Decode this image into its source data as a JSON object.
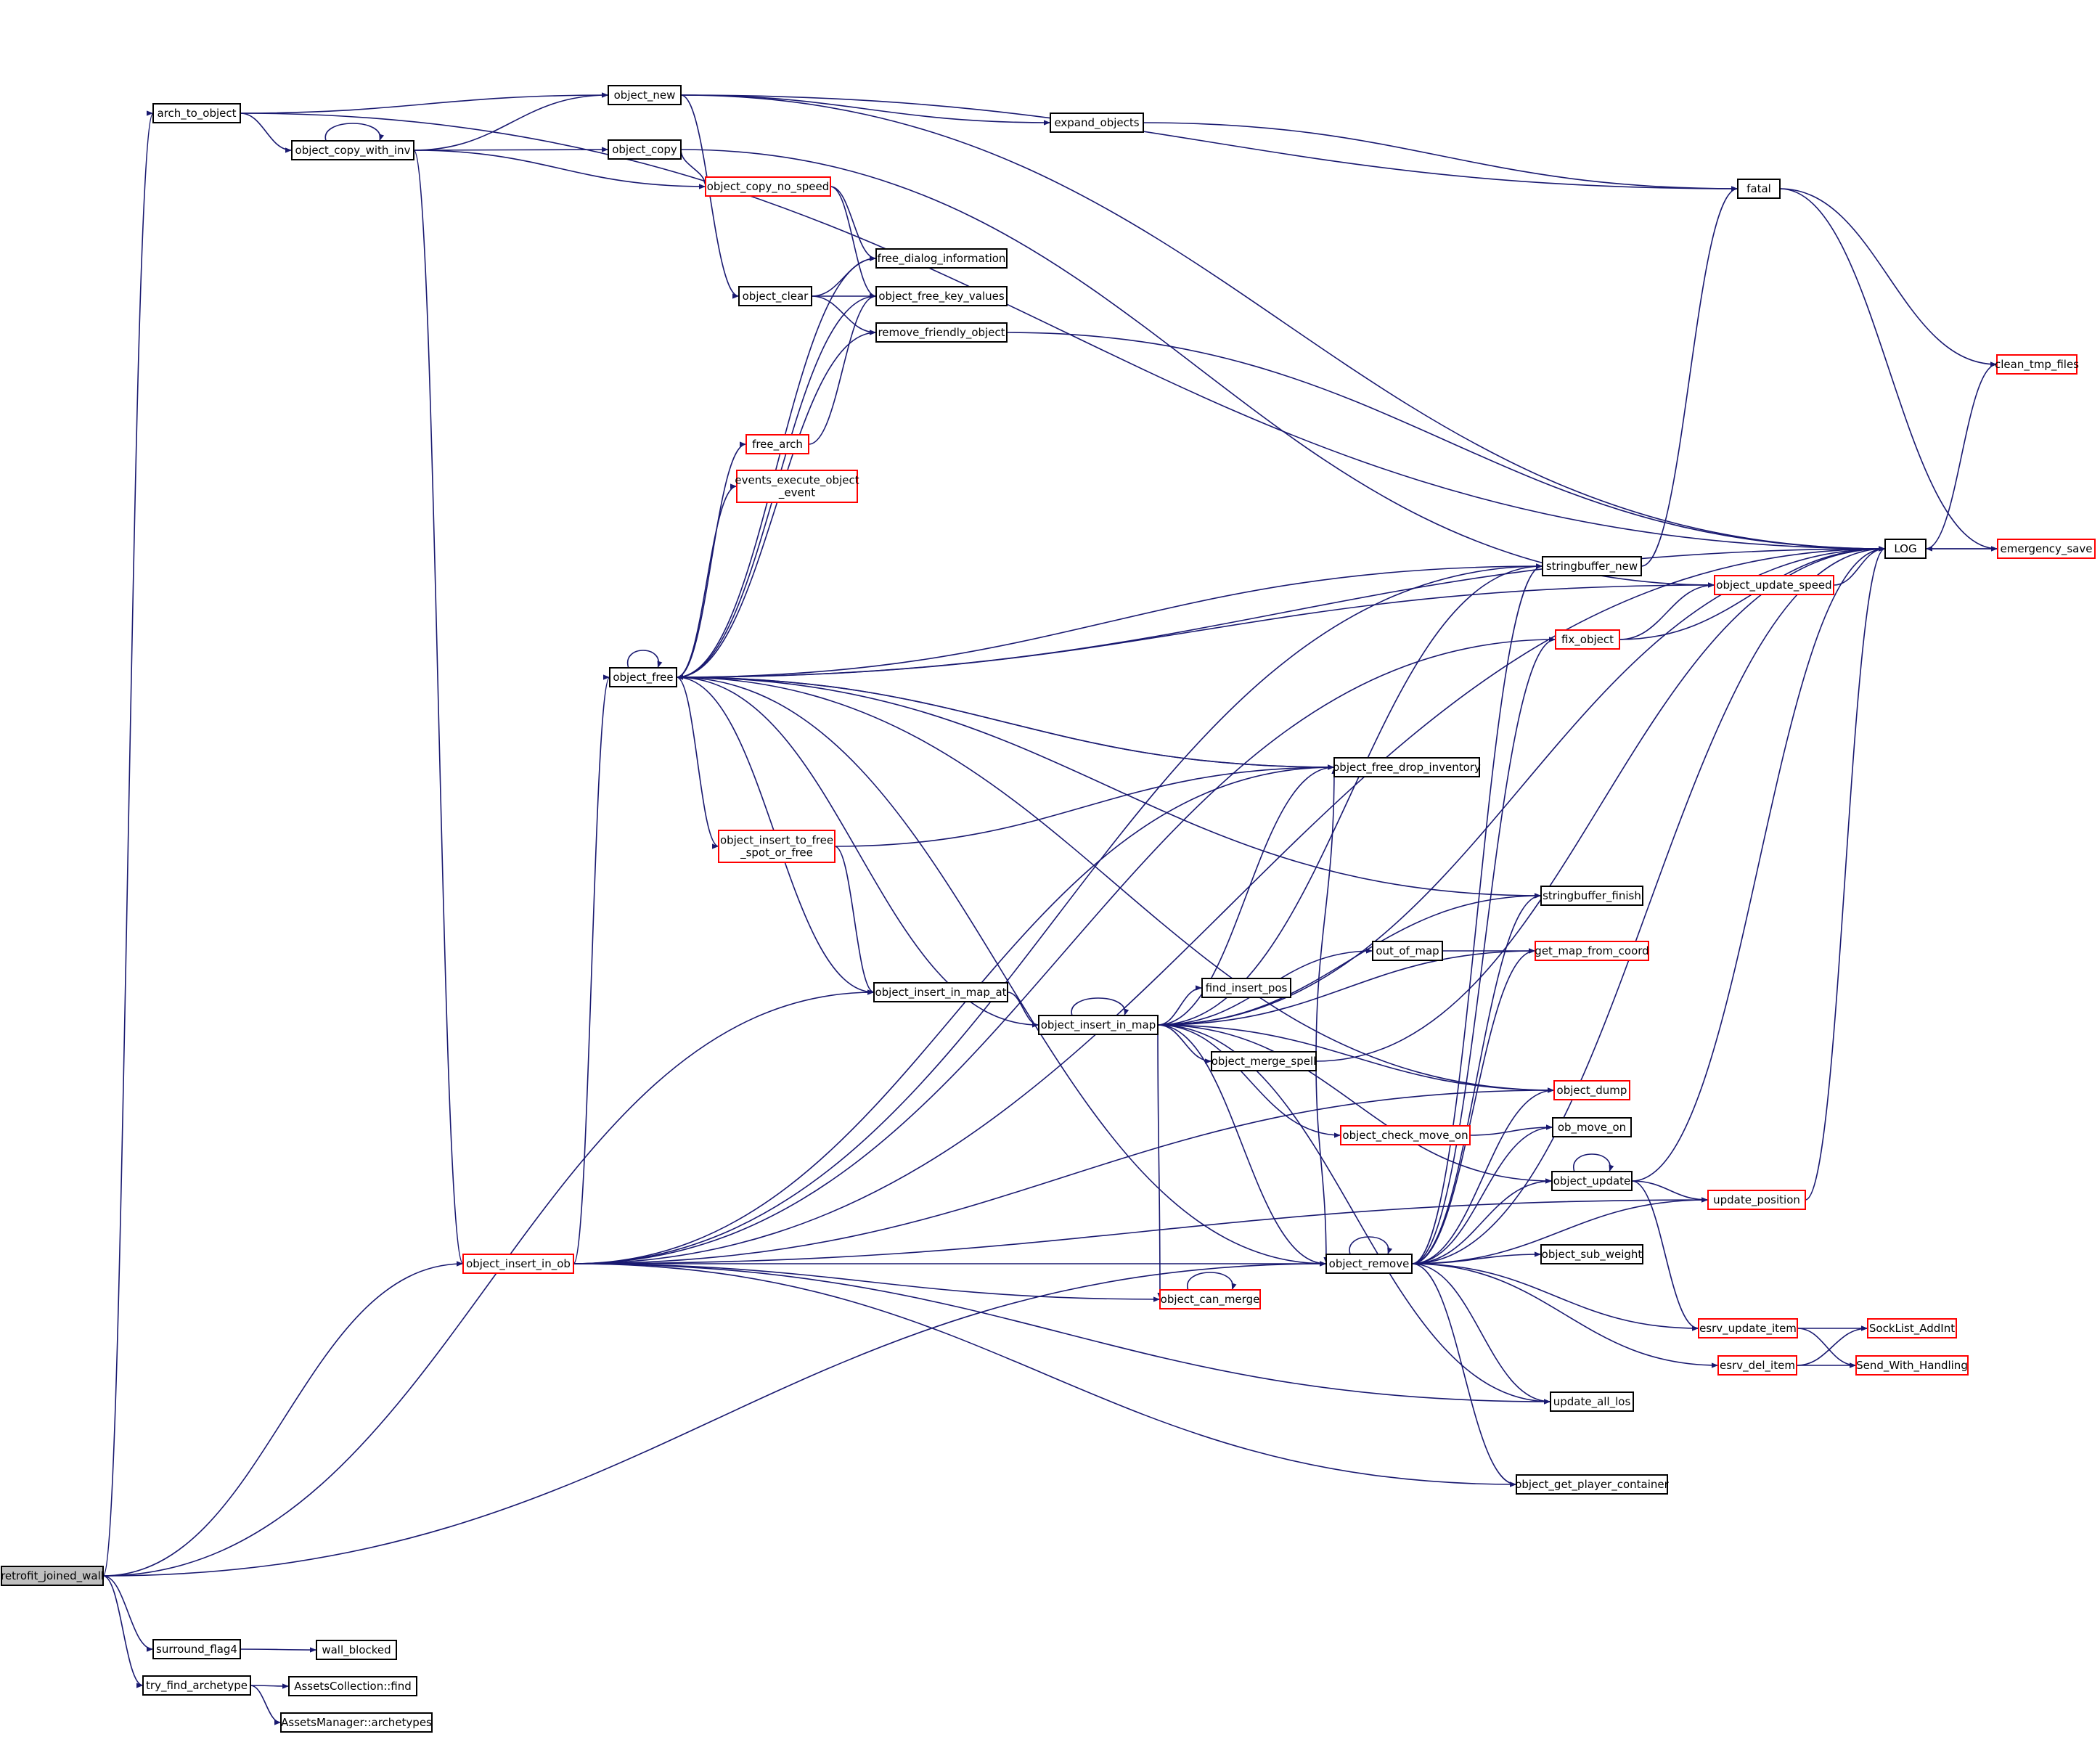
{
  "nodes": [
    {
      "id": "retrofit",
      "label": "retrofit_joined_wall",
      "color": "#000000",
      "fill": "#bfbfbf"
    },
    {
      "id": "arch_to_object",
      "label": "arch_to_object",
      "color": "#000000",
      "fill": "#ffffff"
    },
    {
      "id": "object_new",
      "label": "object_new",
      "color": "#000000",
      "fill": "#ffffff"
    },
    {
      "id": "object_copy_with_inv",
      "label": "object_copy_with_inv",
      "color": "#000000",
      "fill": "#ffffff"
    },
    {
      "id": "object_copy",
      "label": "object_copy",
      "color": "#000000",
      "fill": "#ffffff"
    },
    {
      "id": "object_copy_no_speed",
      "label": "object_copy_no_speed",
      "color": "#ff0000",
      "fill": "#ffffff"
    },
    {
      "id": "expand_objects",
      "label": "expand_objects",
      "color": "#000000",
      "fill": "#ffffff"
    },
    {
      "id": "fatal",
      "label": "fatal",
      "color": "#000000",
      "fill": "#ffffff"
    },
    {
      "id": "free_dialog_information",
      "label": "free_dialog_information",
      "color": "#000000",
      "fill": "#ffffff"
    },
    {
      "id": "object_clear",
      "label": "object_clear",
      "color": "#000000",
      "fill": "#ffffff"
    },
    {
      "id": "object_free_key_values",
      "label": "object_free_key_values",
      "color": "#000000",
      "fill": "#ffffff"
    },
    {
      "id": "remove_friendly_object",
      "label": "remove_friendly_object",
      "color": "#000000",
      "fill": "#ffffff"
    },
    {
      "id": "clean_tmp_files",
      "label": "clean_tmp_files",
      "color": "#ff0000",
      "fill": "#ffffff"
    },
    {
      "id": "free_arch",
      "label": "free_arch",
      "color": "#ff0000",
      "fill": "#ffffff"
    },
    {
      "id": "events_execute",
      "label": [
        "events_execute_object",
        "_event"
      ],
      "color": "#ff0000",
      "fill": "#ffffff"
    },
    {
      "id": "LOG",
      "label": "LOG",
      "color": "#000000",
      "fill": "#ffffff"
    },
    {
      "id": "emergency_save",
      "label": "emergency_save",
      "color": "#ff0000",
      "fill": "#ffffff"
    },
    {
      "id": "stringbuffer_new",
      "label": "stringbuffer_new",
      "color": "#000000",
      "fill": "#ffffff"
    },
    {
      "id": "object_update_speed",
      "label": "object_update_speed",
      "color": "#ff0000",
      "fill": "#ffffff"
    },
    {
      "id": "fix_object",
      "label": "fix_object",
      "color": "#ff0000",
      "fill": "#ffffff"
    },
    {
      "id": "object_free",
      "label": "object_free",
      "color": "#000000",
      "fill": "#ffffff"
    },
    {
      "id": "object_free_drop_inventory",
      "label": "object_free_drop_inventory",
      "color": "#000000",
      "fill": "#ffffff"
    },
    {
      "id": "object_insert_to_free",
      "label": [
        "object_insert_to_free",
        "_spot_or_free"
      ],
      "color": "#ff0000",
      "fill": "#ffffff"
    },
    {
      "id": "stringbuffer_finish",
      "label": "stringbuffer_finish",
      "color": "#000000",
      "fill": "#ffffff"
    },
    {
      "id": "out_of_map",
      "label": "out_of_map",
      "color": "#000000",
      "fill": "#ffffff"
    },
    {
      "id": "get_map_from_coord",
      "label": "get_map_from_coord",
      "color": "#ff0000",
      "fill": "#ffffff"
    },
    {
      "id": "find_insert_pos",
      "label": "find_insert_pos",
      "color": "#000000",
      "fill": "#ffffff"
    },
    {
      "id": "object_insert_in_map_at",
      "label": "object_insert_in_map_at",
      "color": "#000000",
      "fill": "#ffffff"
    },
    {
      "id": "object_insert_in_map",
      "label": "object_insert_in_map",
      "color": "#000000",
      "fill": "#ffffff"
    },
    {
      "id": "object_merge_spell",
      "label": "object_merge_spell",
      "color": "#000000",
      "fill": "#ffffff"
    },
    {
      "id": "object_dump",
      "label": "object_dump",
      "color": "#ff0000",
      "fill": "#ffffff"
    },
    {
      "id": "object_check_move_on",
      "label": "object_check_move_on",
      "color": "#ff0000",
      "fill": "#ffffff"
    },
    {
      "id": "ob_move_on",
      "label": "ob_move_on",
      "color": "#000000",
      "fill": "#ffffff"
    },
    {
      "id": "object_update",
      "label": "object_update",
      "color": "#000000",
      "fill": "#ffffff"
    },
    {
      "id": "update_position",
      "label": "update_position",
      "color": "#ff0000",
      "fill": "#ffffff"
    },
    {
      "id": "object_insert_in_ob",
      "label": "object_insert_in_ob",
      "color": "#ff0000",
      "fill": "#ffffff"
    },
    {
      "id": "object_remove",
      "label": "object_remove",
      "color": "#000000",
      "fill": "#ffffff"
    },
    {
      "id": "object_sub_weight",
      "label": "object_sub_weight",
      "color": "#000000",
      "fill": "#ffffff"
    },
    {
      "id": "object_can_merge",
      "label": "object_can_merge",
      "color": "#ff0000",
      "fill": "#ffffff"
    },
    {
      "id": "esrv_update_item",
      "label": "esrv_update_item",
      "color": "#ff0000",
      "fill": "#ffffff"
    },
    {
      "id": "SockList_AddInt",
      "label": "SockList_AddInt",
      "color": "#ff0000",
      "fill": "#ffffff"
    },
    {
      "id": "esrv_del_item",
      "label": "esrv_del_item",
      "color": "#ff0000",
      "fill": "#ffffff"
    },
    {
      "id": "Send_With_Handling",
      "label": "Send_With_Handling",
      "color": "#ff0000",
      "fill": "#ffffff"
    },
    {
      "id": "update_all_los",
      "label": "update_all_los",
      "color": "#000000",
      "fill": "#ffffff"
    },
    {
      "id": "object_get_player_container",
      "label": "object_get_player_container",
      "color": "#000000",
      "fill": "#ffffff"
    },
    {
      "id": "surround_flag4",
      "label": "surround_flag4",
      "color": "#000000",
      "fill": "#ffffff"
    },
    {
      "id": "wall_blocked",
      "label": "wall_blocked",
      "color": "#000000",
      "fill": "#ffffff"
    },
    {
      "id": "try_find_archetype",
      "label": "try_find_archetype",
      "color": "#000000",
      "fill": "#ffffff"
    },
    {
      "id": "AssetsCollection_find",
      "label": "AssetsCollection::find",
      "color": "#000000",
      "fill": "#ffffff"
    },
    {
      "id": "AssetsManager_archetypes",
      "label": "AssetsManager::archetypes",
      "color": "#000000",
      "fill": "#ffffff"
    }
  ],
  "edges": [
    [
      "retrofit",
      "arch_to_object"
    ],
    [
      "retrofit",
      "object_insert_in_map_at"
    ],
    [
      "retrofit",
      "object_insert_in_ob"
    ],
    [
      "retrofit",
      "object_remove"
    ],
    [
      "retrofit",
      "surround_flag4"
    ],
    [
      "retrofit",
      "try_find_archetype"
    ],
    [
      "arch_to_object",
      "object_new"
    ],
    [
      "arch_to_object",
      "object_copy_with_inv"
    ],
    [
      "arch_to_object",
      "LOG"
    ],
    [
      "object_copy_with_inv",
      "object_copy_with_inv"
    ],
    [
      "object_copy_with_inv",
      "object_new"
    ],
    [
      "object_copy_with_inv",
      "object_copy"
    ],
    [
      "object_copy_with_inv",
      "object_copy_no_speed"
    ],
    [
      "object_copy_with_inv",
      "object_insert_in_ob"
    ],
    [
      "object_new",
      "expand_objects"
    ],
    [
      "object_new",
      "fatal"
    ],
    [
      "object_new",
      "object_clear"
    ],
    [
      "object_new",
      "LOG"
    ],
    [
      "expand_objects",
      "fatal"
    ],
    [
      "object_copy",
      "object_copy_no_speed"
    ],
    [
      "object_copy",
      "object_update_speed"
    ],
    [
      "object_copy_no_speed",
      "free_dialog_information"
    ],
    [
      "object_copy_no_speed",
      "object_free_key_values"
    ],
    [
      "object_clear",
      "free_dialog_information"
    ],
    [
      "object_clear",
      "object_free_key_values"
    ],
    [
      "object_clear",
      "remove_friendly_object"
    ],
    [
      "remove_friendly_object",
      "LOG"
    ],
    [
      "fatal",
      "clean_tmp_files"
    ],
    [
      "fatal",
      "emergency_save"
    ],
    [
      "LOG",
      "clean_tmp_files"
    ],
    [
      "LOG",
      "emergency_save"
    ],
    [
      "emergency_save",
      "LOG"
    ],
    [
      "free_arch",
      "object_free_key_values"
    ],
    [
      "object_free",
      "object_free"
    ],
    [
      "object_free",
      "free_dialog_information"
    ],
    [
      "object_free",
      "object_free_key_values"
    ],
    [
      "object_free",
      "remove_friendly_object"
    ],
    [
      "object_free",
      "free_arch"
    ],
    [
      "object_free",
      "events_execute"
    ],
    [
      "object_free",
      "LOG"
    ],
    [
      "object_free",
      "stringbuffer_new"
    ],
    [
      "object_free",
      "object_update_speed"
    ],
    [
      "object_free",
      "stringbuffer_finish"
    ],
    [
      "object_free",
      "object_free_drop_inventory"
    ],
    [
      "object_free",
      "object_insert_to_free"
    ],
    [
      "object_free",
      "object_insert_in_map_at"
    ],
    [
      "object_free",
      "object_dump"
    ],
    [
      "object_free",
      "object_remove"
    ],
    [
      "object_free_drop_inventory",
      "object_free"
    ],
    [
      "object_insert_to_free",
      "object_free_drop_inventory"
    ],
    [
      "object_insert_to_free",
      "object_insert_in_map_at"
    ],
    [
      "stringbuffer_new",
      "fatal"
    ],
    [
      "object_update_speed",
      "LOG"
    ],
    [
      "fix_object",
      "object_update_speed"
    ],
    [
      "fix_object",
      "LOG"
    ],
    [
      "object_insert_in_map_at",
      "object_insert_in_map"
    ],
    [
      "object_insert_in_map",
      "object_insert_in_map"
    ],
    [
      "object_insert_in_map",
      "object_free"
    ],
    [
      "object_insert_in_map",
      "stringbuffer_new"
    ],
    [
      "object_insert_in_map",
      "stringbuffer_finish"
    ],
    [
      "object_insert_in_map",
      "get_map_from_coord"
    ],
    [
      "object_insert_in_map",
      "out_of_map"
    ],
    [
      "object_insert_in_map",
      "find_insert_pos"
    ],
    [
      "object_insert_in_map",
      "object_merge_spell"
    ],
    [
      "object_insert_in_map",
      "LOG"
    ],
    [
      "object_insert_in_map",
      "object_dump"
    ],
    [
      "object_insert_in_map",
      "object_check_move_on"
    ],
    [
      "object_insert_in_map",
      "object_update"
    ],
    [
      "object_insert_in_map",
      "object_remove"
    ],
    [
      "object_insert_in_map",
      "object_can_merge"
    ],
    [
      "object_insert_in_map",
      "update_all_los"
    ],
    [
      "object_insert_in_map",
      "object_free_drop_inventory"
    ],
    [
      "out_of_map",
      "get_map_from_coord"
    ],
    [
      "object_merge_spell",
      "object_free_drop_inventory"
    ],
    [
      "object_merge_spell",
      "LOG"
    ],
    [
      "object_merge_spell",
      "object_remove"
    ],
    [
      "object_check_move_on",
      "ob_move_on"
    ],
    [
      "object_update",
      "object_update"
    ],
    [
      "object_update",
      "update_position"
    ],
    [
      "object_update",
      "LOG"
    ],
    [
      "object_update",
      "esrv_update_item"
    ],
    [
      "update_position",
      "LOG"
    ],
    [
      "object_insert_in_ob",
      "object_free"
    ],
    [
      "object_insert_in_ob",
      "LOG"
    ],
    [
      "object_insert_in_ob",
      "stringbuffer_new"
    ],
    [
      "object_insert_in_ob",
      "fix_object"
    ],
    [
      "object_insert_in_ob",
      "object_can_merge"
    ],
    [
      "object_insert_in_ob",
      "object_remove"
    ],
    [
      "object_insert_in_ob",
      "object_free_drop_inventory"
    ],
    [
      "object_insert_in_ob",
      "update_all_los"
    ],
    [
      "object_insert_in_ob",
      "object_get_player_container"
    ],
    [
      "object_insert_in_ob",
      "update_position"
    ],
    [
      "object_insert_in_ob",
      "object_dump"
    ],
    [
      "object_remove",
      "object_remove"
    ],
    [
      "object_remove",
      "stringbuffer_new"
    ],
    [
      "object_remove",
      "stringbuffer_finish"
    ],
    [
      "object_remove",
      "get_map_from_coord"
    ],
    [
      "object_remove",
      "object_dump"
    ],
    [
      "object_remove",
      "ob_move_on"
    ],
    [
      "object_remove",
      "object_update"
    ],
    [
      "object_remove",
      "update_position"
    ],
    [
      "object_remove",
      "object_sub_weight"
    ],
    [
      "object_remove",
      "LOG"
    ],
    [
      "object_remove",
      "esrv_update_item"
    ],
    [
      "object_remove",
      "esrv_del_item"
    ],
    [
      "object_remove",
      "update_all_los"
    ],
    [
      "object_remove",
      "object_get_player_container"
    ],
    [
      "object_remove",
      "fix_object"
    ],
    [
      "object_can_merge",
      "object_can_merge"
    ],
    [
      "esrv_update_item",
      "SockList_AddInt"
    ],
    [
      "esrv_update_item",
      "Send_With_Handling"
    ],
    [
      "esrv_del_item",
      "SockList_AddInt"
    ],
    [
      "esrv_del_item",
      "Send_With_Handling"
    ],
    [
      "surround_flag4",
      "wall_blocked"
    ],
    [
      "try_find_archetype",
      "AssetsCollection_find"
    ],
    [
      "try_find_archetype",
      "AssetsManager_archetypes"
    ]
  ]
}
